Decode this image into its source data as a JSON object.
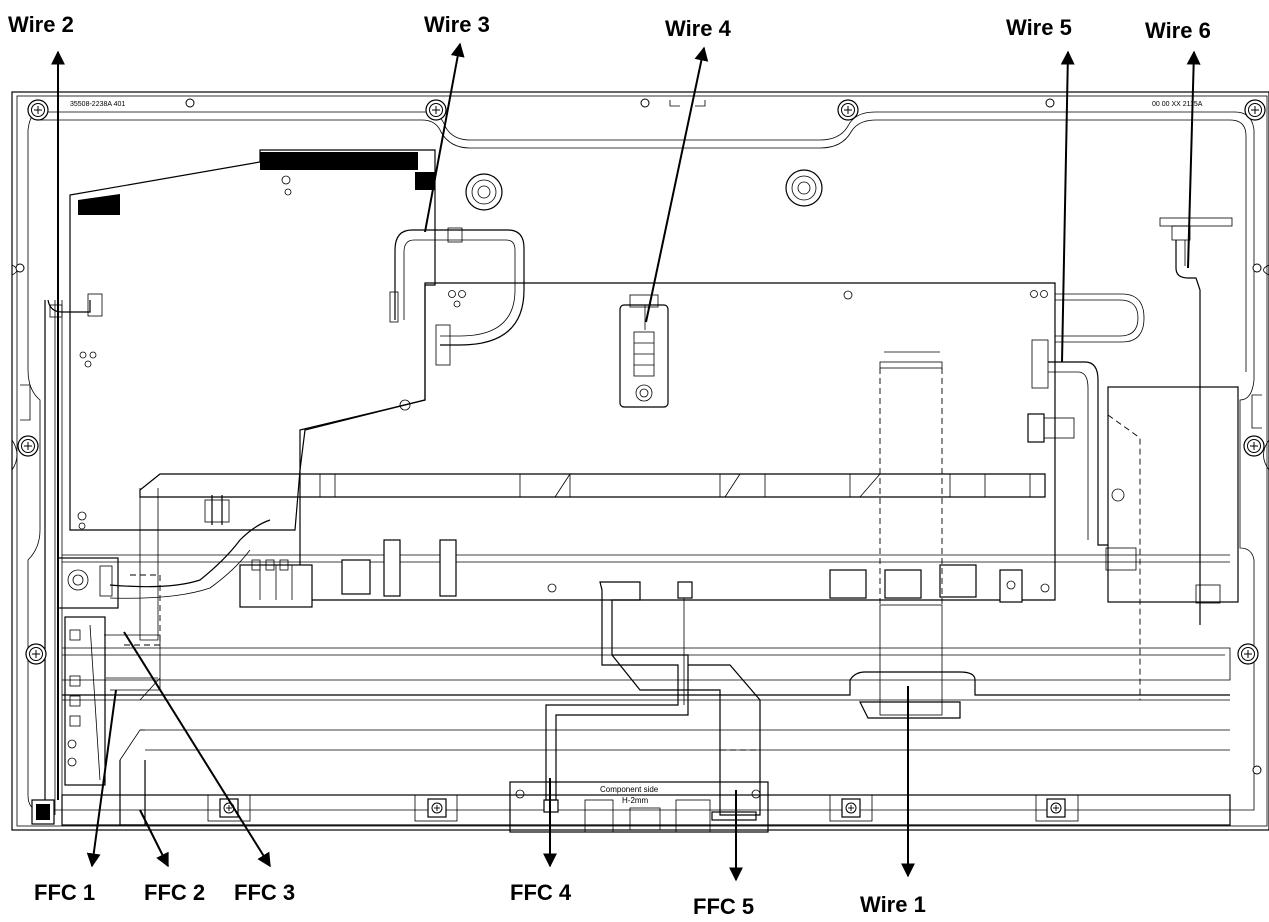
{
  "callouts": {
    "wire1": "Wire 1",
    "wire2": "Wire 2",
    "wire3": "Wire 3",
    "wire4": "Wire 4",
    "wire5": "Wire 5",
    "wire6": "Wire 6",
    "ffc1": "FFC 1",
    "ffc2": "FFC 2",
    "ffc3": "FFC 3",
    "ffc4": "FFC 4",
    "ffc5": "FFC 5"
  },
  "board_marks": {
    "part_number_left": "35508-2238A 401",
    "part_number_right": "00 00 XX 2115A",
    "component_side": "Component side",
    "height_note": "H-2mm"
  },
  "colors": {
    "ink": "#000000",
    "paper": "#ffffff"
  }
}
